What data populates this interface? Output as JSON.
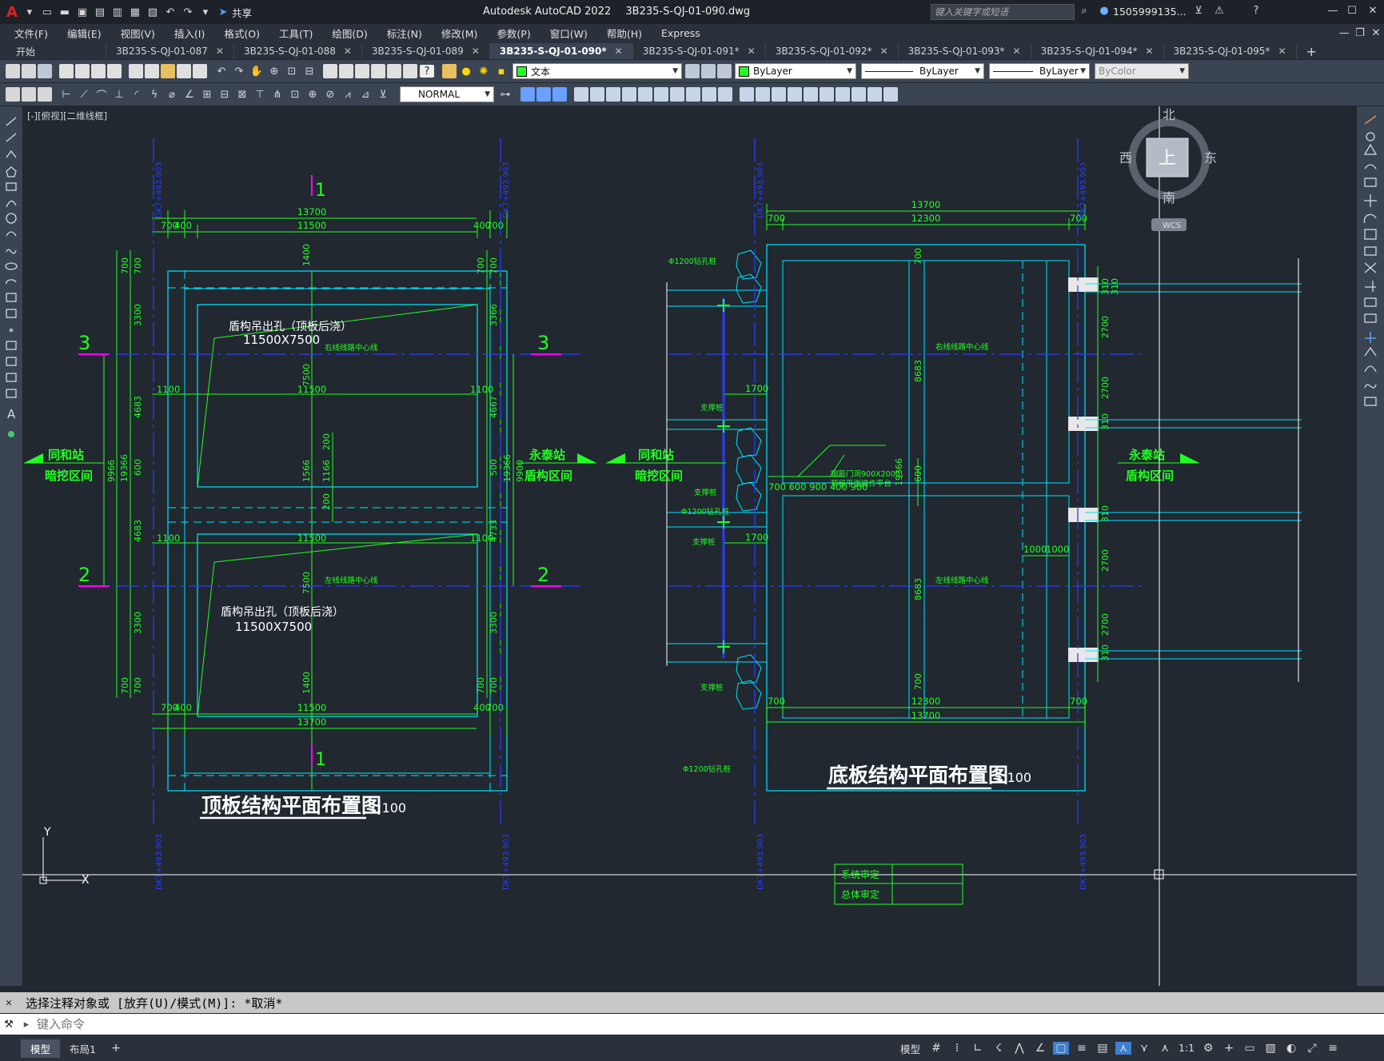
{
  "app": {
    "title": "Autodesk AutoCAD 2022",
    "file": "3B235-S-QJ-01-090.dwg",
    "share": "共享",
    "search_placeholder": "键入关键字或短语",
    "user": "1505999135...",
    "colors": {
      "cyan": "#00e5ff",
      "green": "#22ff22",
      "blue": "#2a3cff",
      "magenta": "#ff00ff",
      "white": "#ffffff",
      "bg": "#212830"
    }
  },
  "menus": [
    "文件(F)",
    "编辑(E)",
    "视图(V)",
    "插入(I)",
    "格式(O)",
    "工具(T)",
    "绘图(D)",
    "标注(N)",
    "修改(M)",
    "参数(P)",
    "窗口(W)",
    "帮助(H)",
    "Express"
  ],
  "tabs": [
    {
      "label": "开始",
      "active": false
    },
    {
      "label": "3B235-S-QJ-01-087",
      "active": false
    },
    {
      "label": "3B235-S-QJ-01-088",
      "active": false
    },
    {
      "label": "3B235-S-QJ-01-089",
      "active": false
    },
    {
      "label": "3B235-S-QJ-01-090*",
      "active": true
    },
    {
      "label": "3B235-S-QJ-01-091*",
      "active": false
    },
    {
      "label": "3B235-S-QJ-01-092*",
      "active": false
    },
    {
      "label": "3B235-S-QJ-01-093*",
      "active": false
    },
    {
      "label": "3B235-S-QJ-01-094*",
      "active": false
    },
    {
      "label": "3B235-S-QJ-01-095*",
      "active": false
    }
  ],
  "toolbar": {
    "layer": "文本",
    "color": "ByLayer",
    "linetype": "ByLayer",
    "lineweight": "ByLayer",
    "plotstyle": "ByColor",
    "textstyle": "NORMAL"
  },
  "viewport_label": "[-][俯视][二维线框]",
  "viewcube": {
    "n": "北",
    "s": "南",
    "e": "东",
    "w": "西",
    "top": "上",
    "wcs": "WCS"
  },
  "ucs": {
    "y": "Y",
    "x": "X"
  },
  "drawing": {
    "left": {
      "title": "顶板结构平面布置图",
      "scale": "1:100",
      "opening_label_1": "盾构吊出孔（顶板后浇）",
      "opening_size_1": "11500X7500",
      "opening_label_2": "盾构吊出孔（顶板后浇）",
      "opening_size_2": "11500X7500",
      "top_total": "13700",
      "top_inner": "11500",
      "top_left": "700",
      "top_left2": "400",
      "top_right": "400",
      "top_right2": "700",
      "bot_total": "13700",
      "bot_inner": "11500",
      "bot_left": "700",
      "bot_left2": "400",
      "bot_right": "400",
      "bot_right2": "700",
      "mid_dim": "11500",
      "side_left": "1100",
      "side_right": "1100",
      "side_left2": "1100",
      "side_right2": "1100",
      "v_top": "1400",
      "v_mid": "7500",
      "v_mid2": "7500",
      "v_bot": "1400",
      "v_small1": "200",
      "v_small2": "1566",
      "v_small3": "1166",
      "v_small4": "200",
      "left_dims": [
        "700",
        "700",
        "3300",
        "4683",
        "600",
        "4683",
        "3300",
        "700",
        "700"
      ],
      "left_total": "19366",
      "left_total2": "9966",
      "right_dims": [
        "700",
        "700",
        "3366",
        "4667",
        "500",
        "4733",
        "3300",
        "700",
        "700"
      ],
      "right_total": "19366",
      "right_total2": "9900",
      "sec_top": "1",
      "sec_bot": "1",
      "sec3": "3",
      "sec2": "2",
      "line_up": "右线线路中心线",
      "line_dn": "左线线路中心线",
      "station_l1": "同和站",
      "station_l2": "暗挖区间",
      "station_r1": "永泰站",
      "station_r2": "盾构区间",
      "axis_tag": "DK7+493.903"
    },
    "right": {
      "title": "底板结构平面布置图",
      "scale": "1:100",
      "top_total": "13700",
      "top_inner": "12300",
      "top_l": "700",
      "top_r": "700",
      "bot_total": "13700",
      "bot_inner": "12300",
      "bot_l": "700",
      "bot_r": "700",
      "v_top": "700",
      "v_bot": "700",
      "v_mid1": "8683",
      "v_mid2": "8683",
      "v_small": "600",
      "v_total": "19366",
      "pile1": "Φ1200钻孔桩",
      "pile2": "Φ1200钻孔桩",
      "pile3": "Φ1200钻孔桩",
      "support1": "支撑桩",
      "support2": "支撑桩",
      "support3": "支撑桩",
      "support4": "支撑桩",
      "dim1700a": "1700",
      "dim1700b": "1700",
      "dim_row": "700 600 900 400 900",
      "door": "钢筋门洞900X2000，",
      "door2": "預留平面操作平台",
      "d1000a": "1000",
      "d1000b": "1000",
      "rdims": [
        "310",
        "2700",
        "310",
        "2700",
        "310",
        "2700",
        "310",
        "2700",
        "310"
      ],
      "line_up": "右线线路中心线",
      "line_dn": "左线线路中心线",
      "station_l1": "同和站",
      "station_l2": "暗挖区间",
      "station_r1": "永泰站",
      "station_r2": "盾构区间"
    },
    "titleblock": [
      "系统审定",
      "总体审定"
    ]
  },
  "command": {
    "history": "选择注释对象或 [放弃(U)/模式(M)]: *取消*",
    "placeholder": "键入命令"
  },
  "status": {
    "tabs": [
      {
        "label": "模型",
        "active": true
      },
      {
        "label": "布局1",
        "active": false
      }
    ],
    "model": "模型",
    "scale": "1:1"
  }
}
